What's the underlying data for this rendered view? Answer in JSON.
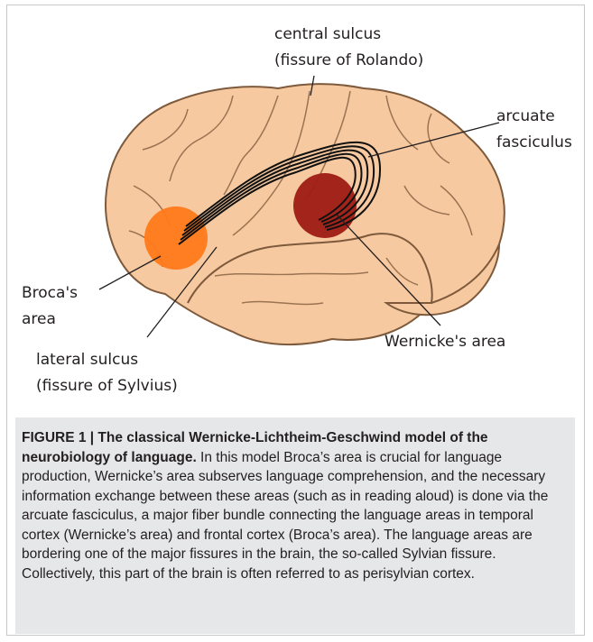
{
  "labels": {
    "central_sulcus_1": "central sulcus",
    "central_sulcus_2": "(fissure of Rolando)",
    "arcuate_1": "arcuate",
    "arcuate_2": "fasciculus",
    "broca_1": "Broca's",
    "broca_2": "area",
    "wernicke": "Wernicke's area",
    "lateral_1": "lateral sulcus",
    "lateral_2": "(fissure of Sylvius)"
  },
  "colors": {
    "brain": "#f7c9a0",
    "brain_outline": "#7d5a3c",
    "broca_area": "#ff7a1a",
    "wernicke_area": "#9e1b14",
    "caption_bg": "#e6e7e8"
  },
  "caption": {
    "title": "FIGURE 1 | The classical Wernicke-Lichtheim-Geschwind model of the neurobiology of language.",
    "body": " In this model Broca’s area is crucial for language production, Wernicke’s area subserves language comprehension, and the necessary information exchange between these areas (such as in reading aloud) is done via the arcuate fasciculus, a major fiber bundle connecting the language areas in temporal cortex (Wernicke’s area) and frontal cortex (Broca’s area). The language areas are bordering one of the major fissures in the brain, the so-called Sylvian fissure. Collectively, this part of the brain is often referred to as perisylvian cortex."
  }
}
